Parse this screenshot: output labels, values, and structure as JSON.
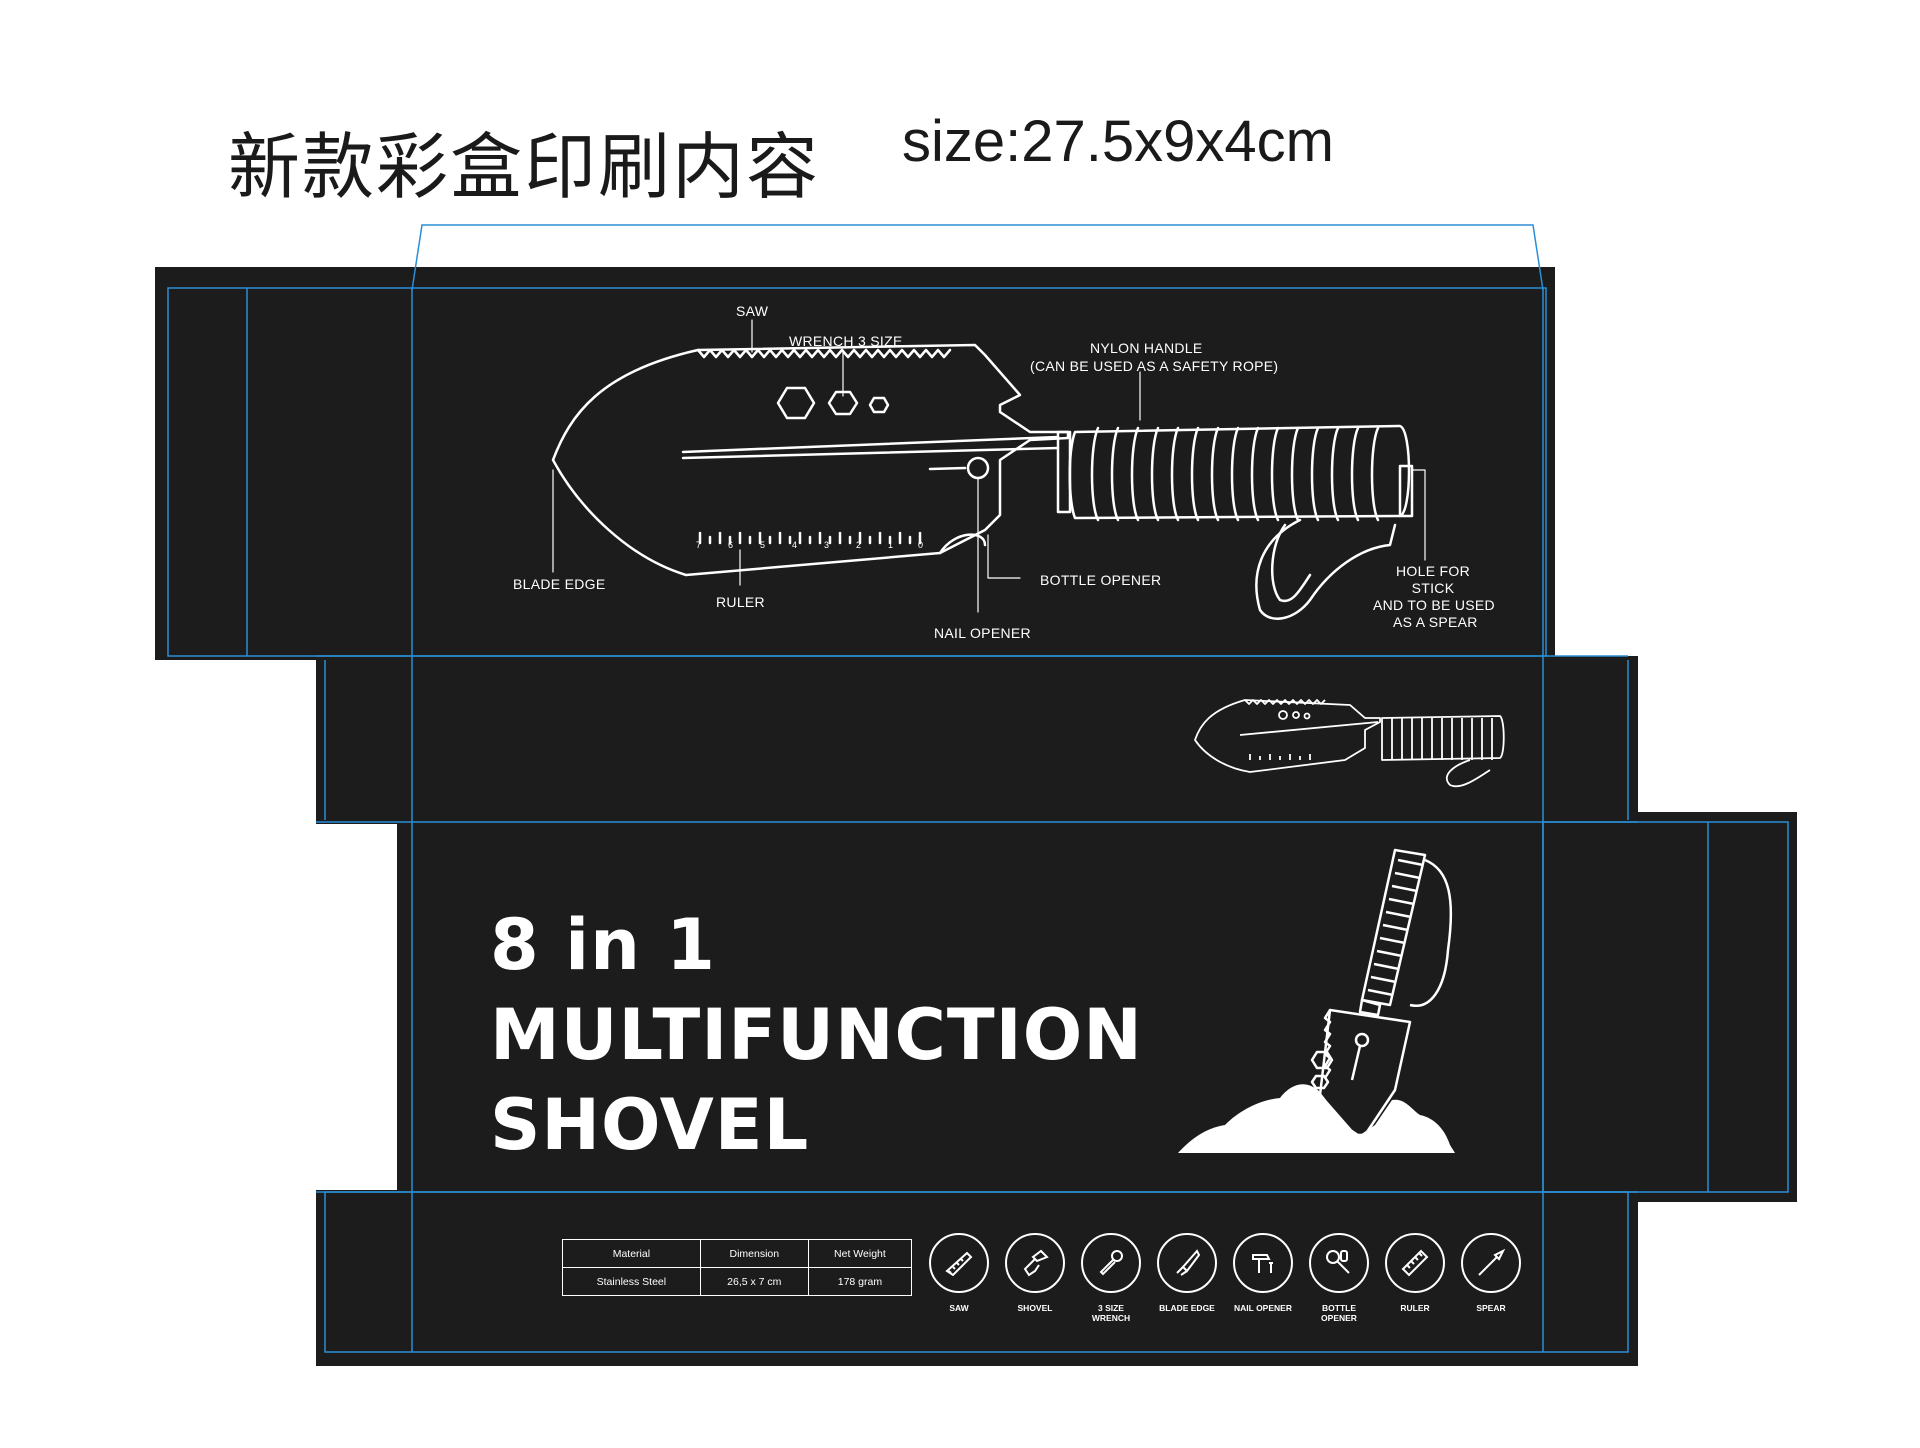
{
  "header": {
    "title_cn": "新款彩盒印刷内容",
    "size_text": "size:27.5x9x4cm"
  },
  "colors": {
    "panel": "#1c1c1c",
    "dieline": "#2a8fd6",
    "ink": "#ffffff"
  },
  "diagram_callouts": {
    "saw": "SAW",
    "wrench": "WRENCH 3 SIZE",
    "nylon_handle_1": "NYLON HANDLE",
    "nylon_handle_2": "(CAN BE USED AS A SAFETY ROPE)",
    "blade_edge": "BLADE EDGE",
    "ruler": "RULER",
    "bottle_opener": "BOTTLE OPENER",
    "nail_opener": "NAIL OPENER",
    "hole_1": "HOLE FOR",
    "hole_2": "STICK",
    "hole_3": "AND TO BE USED",
    "hole_4": "AS A SPEAR"
  },
  "ruler_ticks": [
    "7",
    "6",
    "5",
    "4",
    "3",
    "2",
    "1",
    "0"
  ],
  "front": {
    "line1": "8 in 1",
    "line2": "MULTIFUNCTION",
    "line3": "SHOVEL"
  },
  "specs": {
    "headers": [
      "Material",
      "Dimension",
      "Net Weight"
    ],
    "values": [
      "Stainless Steel",
      "26,5 x 7 cm",
      "178 gram"
    ]
  },
  "features": [
    {
      "icon": "saw-icon",
      "label": "SAW"
    },
    {
      "icon": "shovel-icon",
      "label": "SHOVEL"
    },
    {
      "icon": "wrench-icon",
      "label": "3 SIZE\nWRENCH"
    },
    {
      "icon": "blade-edge-icon",
      "label": "BLADE EDGE"
    },
    {
      "icon": "nail-opener-icon",
      "label": "NAIL OPENER"
    },
    {
      "icon": "bottle-opener-icon",
      "label": "BOTTLE\nOPENER"
    },
    {
      "icon": "ruler-icon",
      "label": "RULER"
    },
    {
      "icon": "spear-icon",
      "label": "SPEAR"
    }
  ]
}
